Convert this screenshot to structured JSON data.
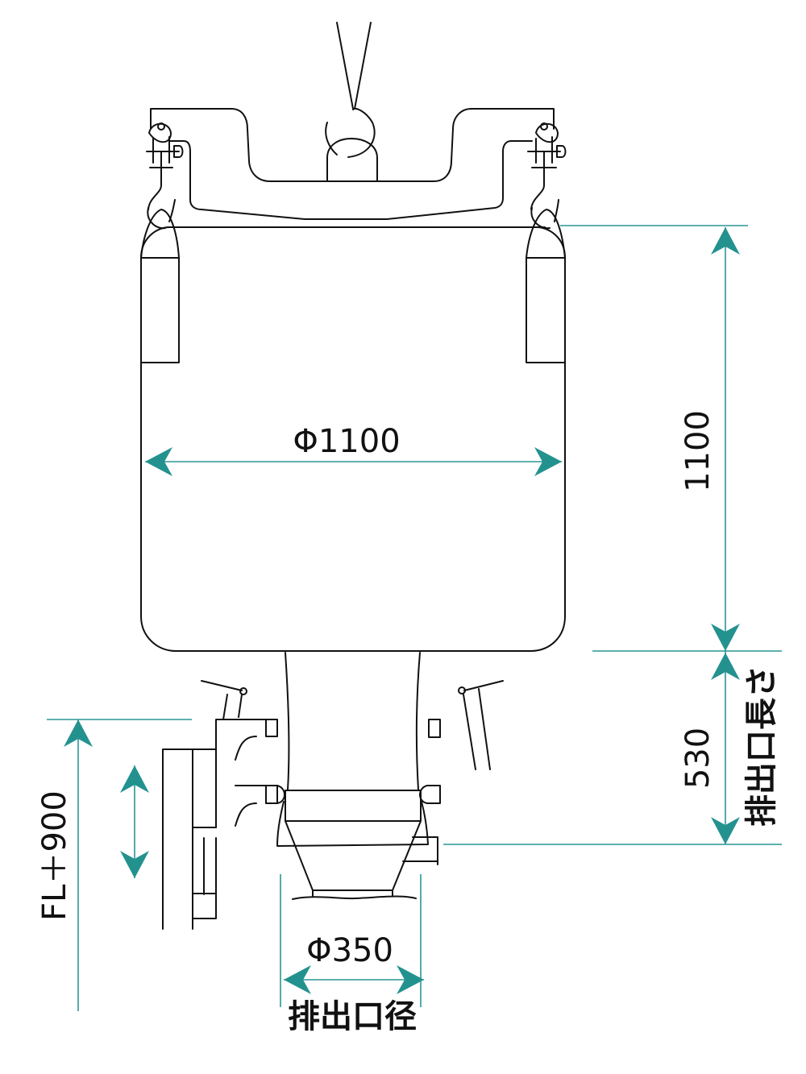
{
  "dimensions": {
    "diameter_label": "Φ1100",
    "height_label": "1100",
    "spout_length_value": "530",
    "spout_length_caption": "排出口長さ",
    "floor_level_label": "FL＋900",
    "spout_diameter_value": "Φ350",
    "spout_diameter_caption": "排出口径"
  },
  "colors": {
    "dimension": "#2a9696",
    "outline": "#111111"
  }
}
